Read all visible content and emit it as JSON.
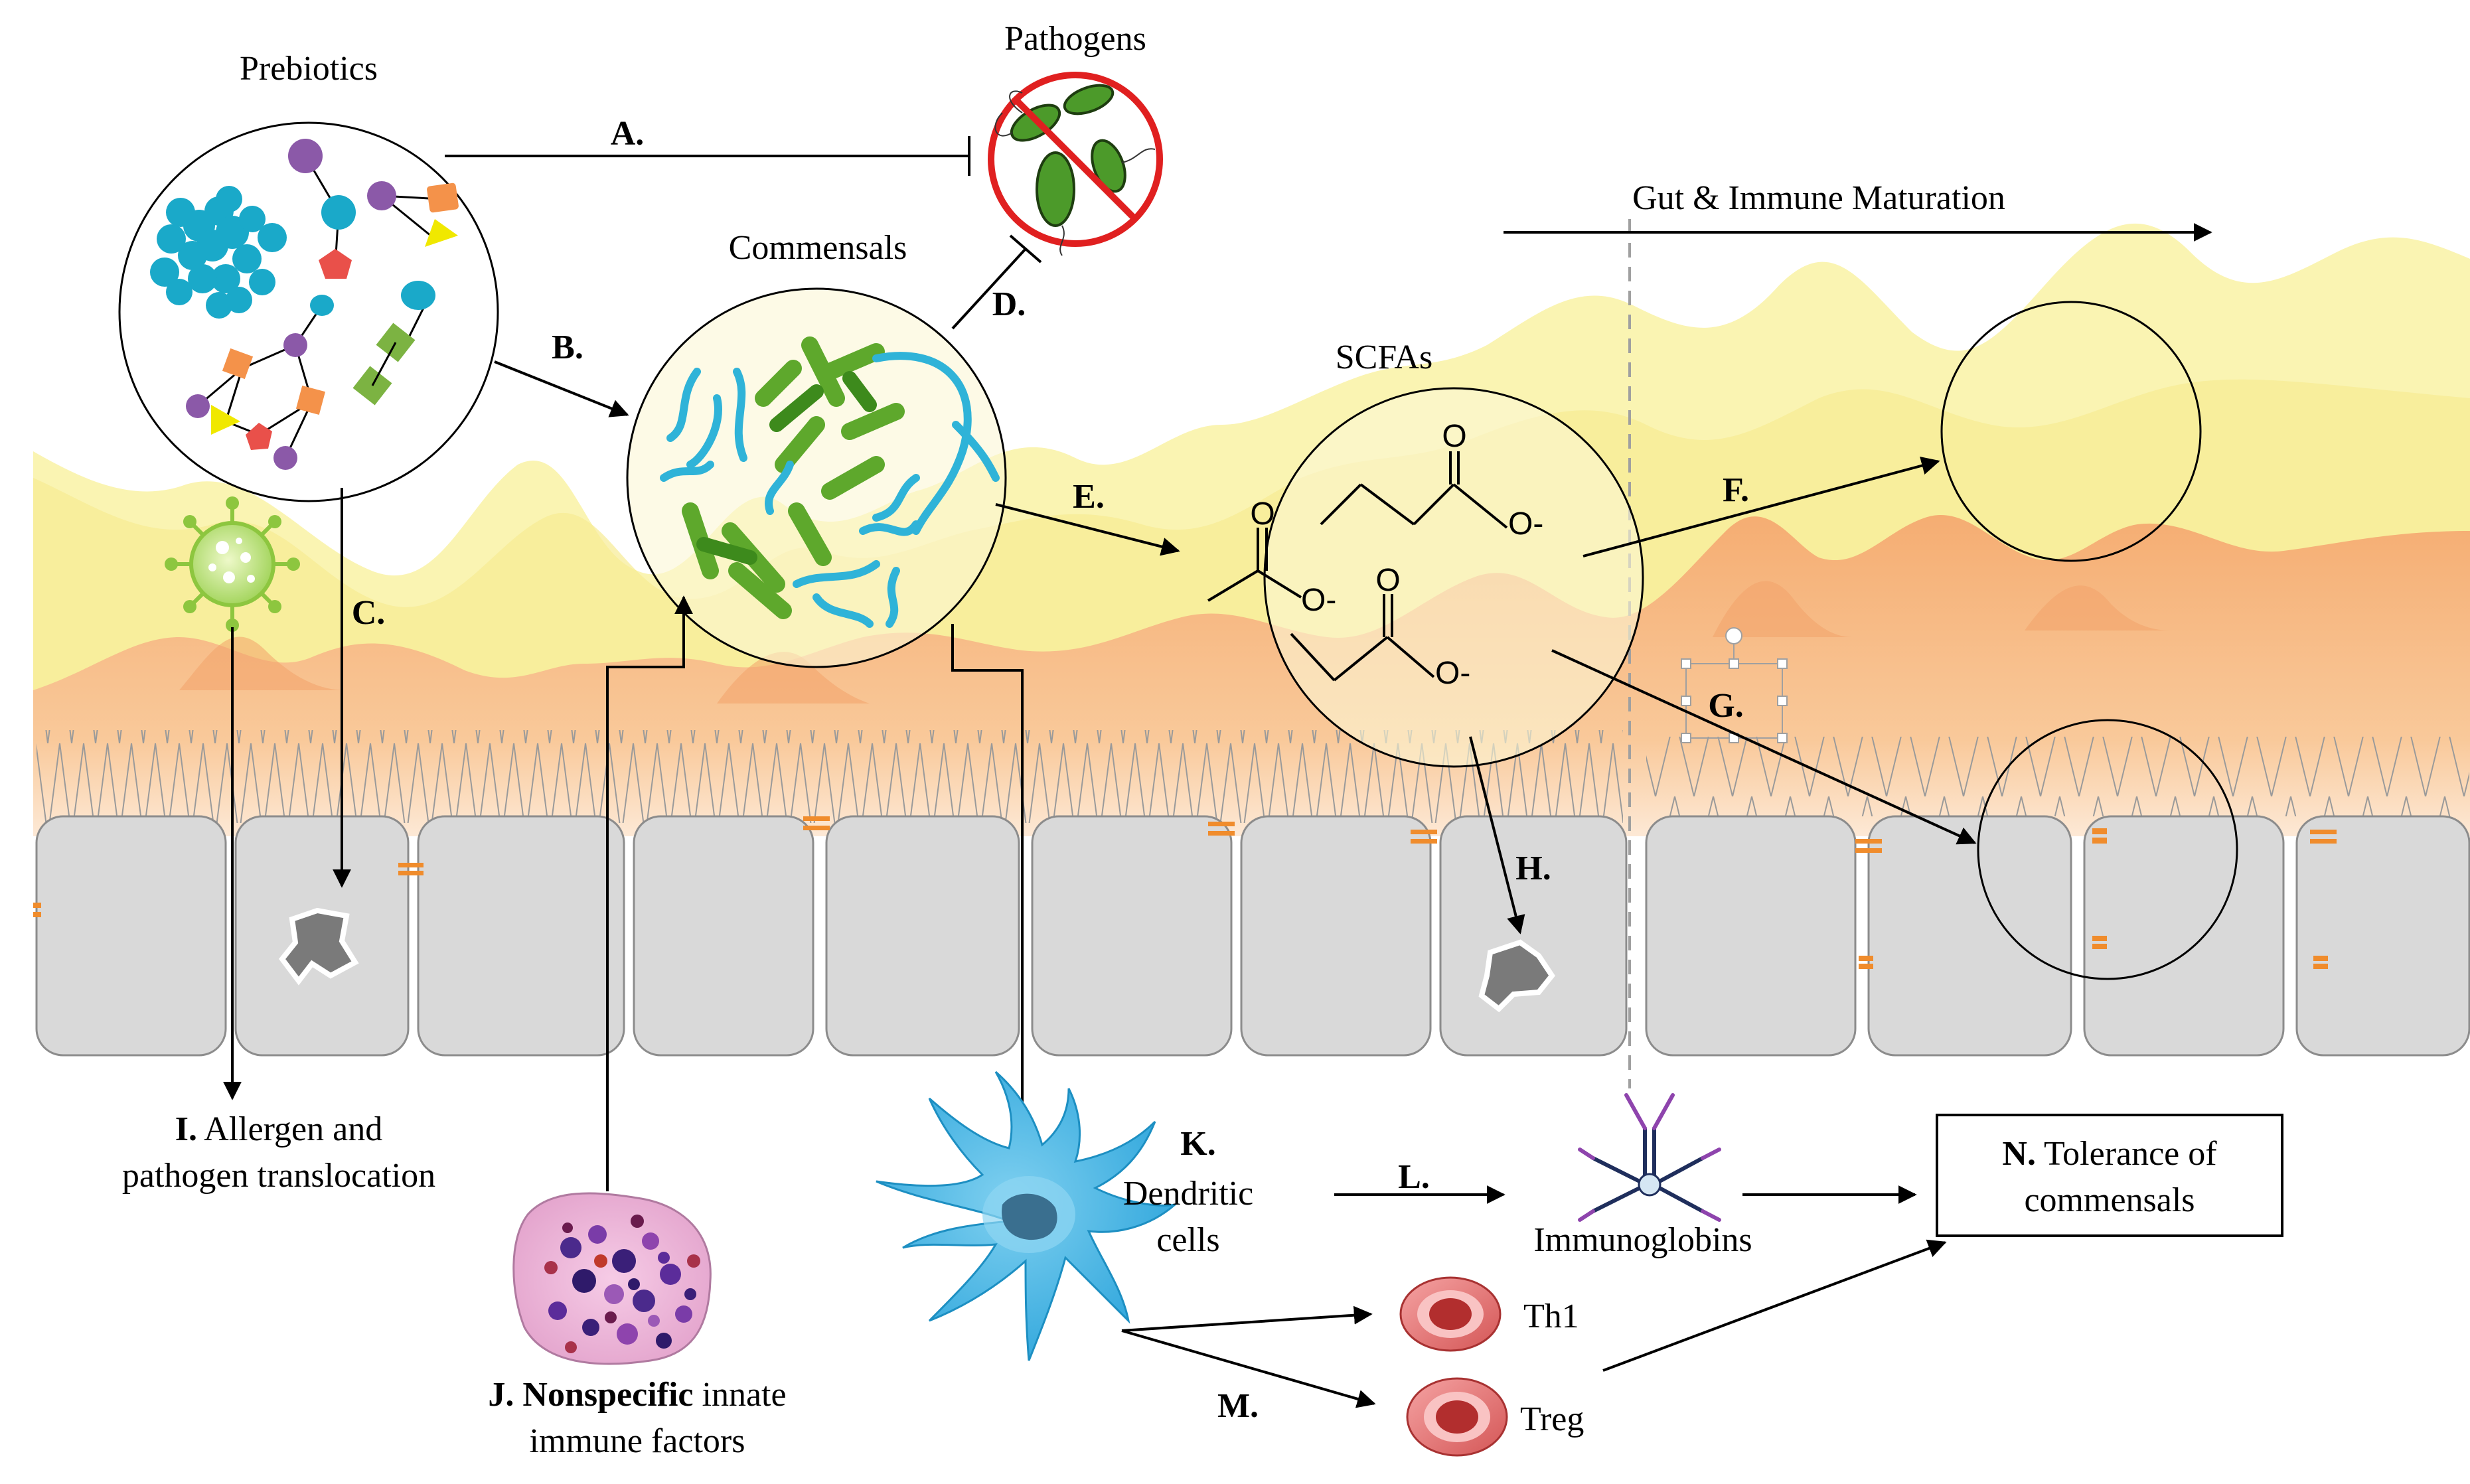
{
  "labels": {
    "prebiotics": "Prebiotics",
    "pathogens": "Pathogens",
    "commensals": "Commensals",
    "gut_maturation": "Gut & Immune Maturation",
    "scfas": "SCFAs",
    "immunoglobins": "Immunoglobins",
    "th1": "Th1",
    "treg": "Treg"
  },
  "steps": {
    "a": "A.",
    "b": "B.",
    "c": "C.",
    "d": "D.",
    "e": "E.",
    "f": "F.",
    "g": "G.",
    "h": "H.",
    "k": "K.",
    "l": "L.",
    "m": "M."
  },
  "step_i": {
    "letter": "I.",
    "line1": "Allergen and",
    "line2": "pathogen translocation"
  },
  "step_j": {
    "letter": "J.",
    "bold": "Nonspecific",
    "rest": "innate",
    "line2": "immune factors"
  },
  "step_k": {
    "line1": "Dendritic",
    "line2": "cells"
  },
  "step_n": {
    "letter": "N.",
    "line1": "Tolerance of",
    "line2": "commensals"
  },
  "chem": {
    "o": "O",
    "o_minus": "O-"
  },
  "colors": {
    "lumen_yellow": "#faf5b4",
    "mucus_orange": "#f5b37b",
    "cell_gray": "#d9d9d9",
    "junction": "#f08c2c",
    "prebiotic_cyan": "#1aa9c9",
    "bacteria_green": "#5ea82c",
    "dendritic_blue": "#48b8e8"
  }
}
